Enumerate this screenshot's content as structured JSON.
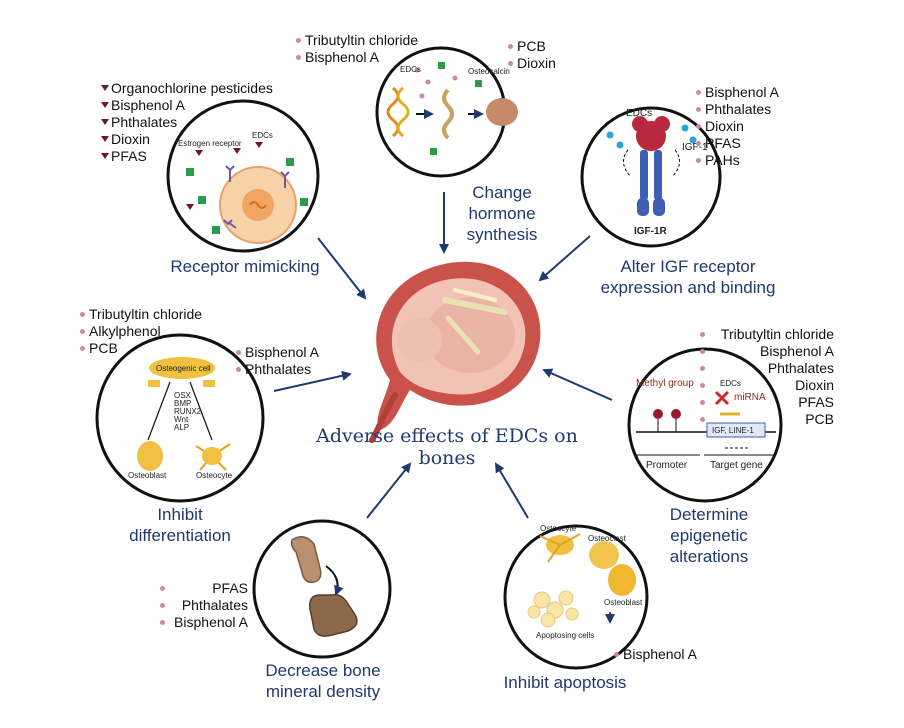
{
  "title": "Adverse effects of EDCs on bones",
  "panels": {
    "receptor_mimicking": {
      "label": "Receptor mimicking",
      "compounds": [
        "Organochlorine pesticides",
        "Bisphenol A",
        "Phthalates",
        "Dioxin",
        "PFAS"
      ],
      "inner": {
        "estrogen_receptor": "Estrogen receptor",
        "edcs": "EDCs"
      }
    },
    "change_hormone": {
      "label_lines": [
        "Change",
        "hormone",
        "synthesis"
      ],
      "compounds_left": [
        "Tributyltin chloride",
        "Bisphenol A"
      ],
      "compounds_right": [
        "PCB",
        "Dioxin"
      ],
      "inner": {
        "edcs": "EDCs",
        "osteocalcin": "Osteocalcin"
      }
    },
    "alter_igf": {
      "label_lines": [
        "Alter IGF receptor",
        "expression and binding"
      ],
      "compounds": [
        "Bisphenol A",
        "Phthalates",
        "Dioxin",
        "PFAS",
        "PAHs"
      ],
      "inner": {
        "edcs": "EDCs",
        "igf1": "IGF-1",
        "igf1r": "IGF-1R"
      }
    },
    "inhibit_differentiation": {
      "label_lines": [
        "Inhibit",
        "differentiation"
      ],
      "compounds_left": [
        "Tributyltin chloride",
        "Alkylphenol",
        "PCB"
      ],
      "compounds_right": [
        "Bisphenol A",
        "Phthalates"
      ],
      "inner": {
        "osteogenic_cell": "Osteogenic cell",
        "markers": [
          "OSX",
          "BMP",
          "RUNX2",
          "Wnt",
          "ALP"
        ],
        "osteoblast": "Osteoblast",
        "osteocyte": "Osteocyte"
      }
    },
    "epigenetic": {
      "label_lines": [
        "Determine",
        "epigenetic",
        "alterations"
      ],
      "compounds": [
        "Tributyltin chloride",
        "Bisphenol A",
        "Phthalates",
        "Dioxin",
        "PFAS",
        "PCB"
      ],
      "inner": {
        "methyl_group": "Methyl group",
        "mirna": "miRNA",
        "edcs": "EDCs",
        "promoter": "Promoter",
        "target_gene": "Target gene",
        "gene_box": "IGF, LINE-1"
      }
    },
    "bmd": {
      "label_lines": [
        "Decrease bone",
        "mineral density"
      ],
      "compounds": [
        "PFAS",
        "Phthalates",
        "Bisphenol A"
      ]
    },
    "apoptosis": {
      "label": "Inhibit apoptosis",
      "compounds": [
        "Bisphenol A"
      ],
      "inner": {
        "osteocyte": "Osteocyte",
        "osteoclast": "Osteoclast",
        "osteoblast": "Osteoblast",
        "apoptosing": "Apoptosing cells"
      }
    }
  },
  "colors": {
    "label_blue": "#1f3a6e",
    "arrow": "#1f3a6e",
    "uterus": "#c9524a",
    "bullet_pink": "#c88aa6",
    "bullet_dark": "#6b1a2e"
  }
}
